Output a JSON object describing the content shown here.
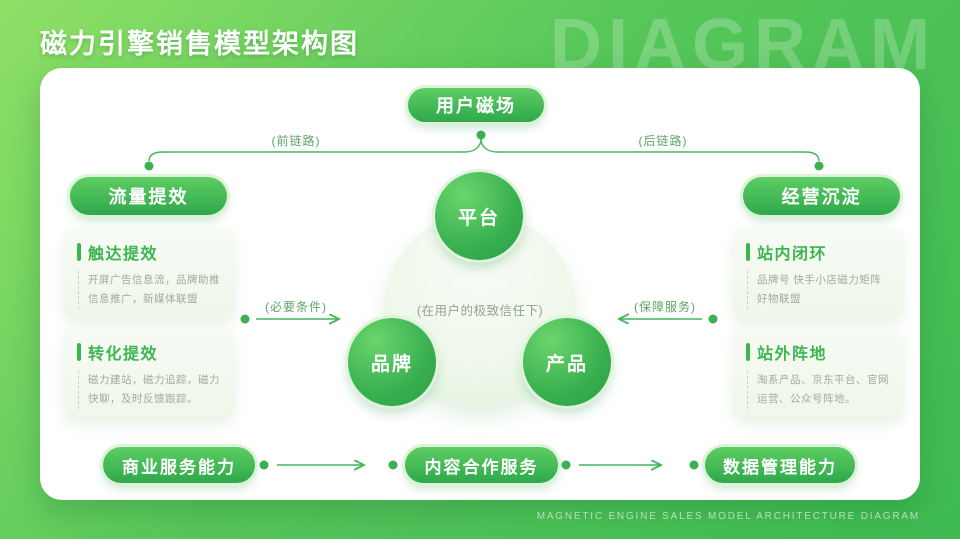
{
  "page": {
    "title": "磁力引擎销售模型架构图",
    "watermark": "DIAGRAM",
    "footer": "MAGNETIC ENGINE SALES MODEL ARCHITECTURE DIAGRAM"
  },
  "colors": {
    "background_green": "#4fc257",
    "accent_green": "#3db551",
    "line_green": "#44b558",
    "label_green": "#5fa468",
    "body_text_gray": "#9fab9d",
    "card_white": "#ffffff"
  },
  "diagram": {
    "top_node": {
      "label": "用户磁场"
    },
    "front_link_label": "(前链路)",
    "back_link_label": "(后链路)",
    "left_branch": {
      "pill": "流量提效",
      "boxes": [
        {
          "title": "触达提效",
          "body": "开屏广告信息流，品牌助推信息推广，新媒体联盟"
        },
        {
          "title": "转化提效",
          "body": "磁力建站，磁力追踪，磁力快聊，及时反馈跟踪。"
        }
      ]
    },
    "right_branch": {
      "pill": "经营沉淀",
      "boxes": [
        {
          "title": "站内闭环",
          "body": "品牌号 快手小店磁力矩阵 好物联盟"
        },
        {
          "title": "站外阵地",
          "body": "淘系产品、京东平台、官网运营、公众号阵地。"
        }
      ]
    },
    "core": {
      "top_circle": "平台",
      "left_circle": "品牌",
      "right_circle": "产品",
      "caption": "(在用户的极致信任下)"
    },
    "necessary_condition_label": "(必要条件)",
    "guarantee_service_label": "(保障服务)",
    "bottom_nodes": [
      "商业服务能力",
      "内容合作服务",
      "数据管理能力"
    ]
  }
}
